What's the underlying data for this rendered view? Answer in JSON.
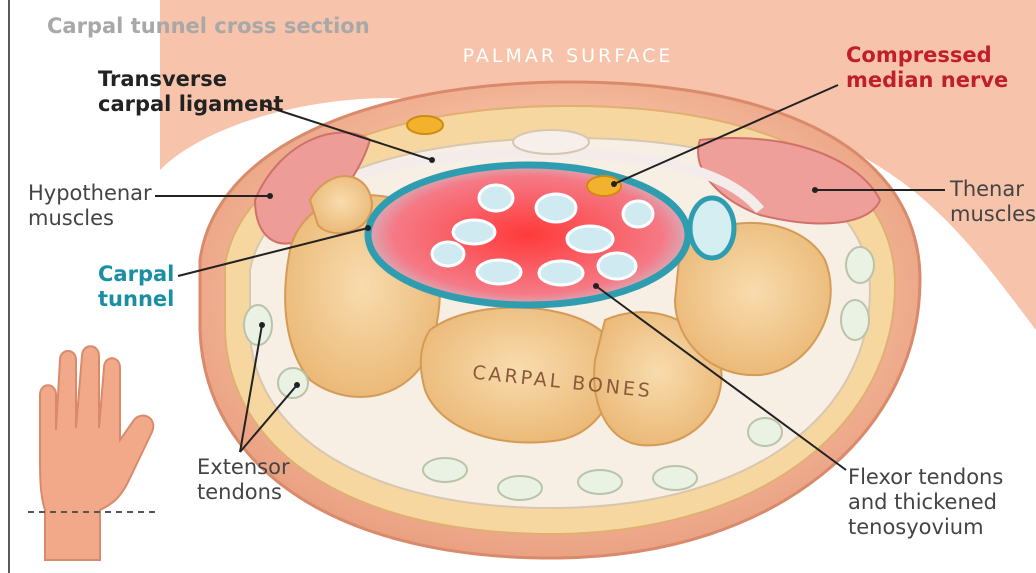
{
  "figure": {
    "title": "Carpal tunnel cross section",
    "palmar_surface": "PALMAR SURFACE",
    "carpal_bones": "CARPAL BONES"
  },
  "labels": {
    "transverse_ligament": [
      "Transverse",
      "carpal ligament"
    ],
    "compressed_nerve": [
      "Compressed",
      "median nerve"
    ],
    "hypothenar": [
      "Hypothenar",
      "muscles"
    ],
    "thenar": [
      "Thenar",
      "muscles"
    ],
    "carpal_tunnel": [
      "Carpal",
      "tunnel"
    ],
    "extensor": [
      "Extensor",
      "tendons"
    ],
    "flexor": [
      "Flexor tendons",
      "and thickened",
      "tenosyovium"
    ]
  },
  "colors": {
    "nerve_label": "#c01f2a",
    "tunnel_label": "#1a8fa3",
    "title": "#a8a8a8",
    "skin": "#f4b79a",
    "bone": "#f3c98f",
    "sheath": "#2f9db0"
  }
}
